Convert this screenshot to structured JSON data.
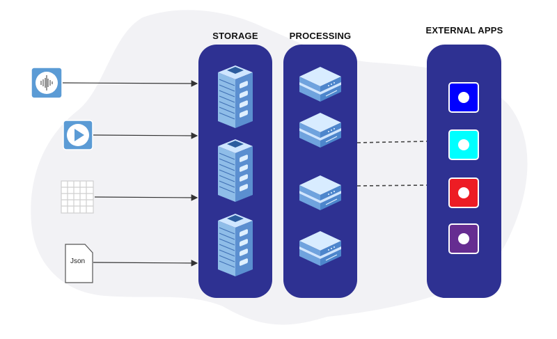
{
  "columns": {
    "storage": {
      "title": "STORAGE"
    },
    "processing": {
      "title": "PROCESSING"
    },
    "external": {
      "title": "EXTERNAL APPS"
    }
  },
  "sources": [
    {
      "icon": "audio-waveform-icon",
      "color": "#5b9bd5"
    },
    {
      "icon": "video-play-icon",
      "color": "#5b9bd5"
    },
    {
      "icon": "spreadsheet-grid-icon",
      "color": "#cccccc"
    },
    {
      "icon": "json-file-icon",
      "label": "Json"
    }
  ],
  "storage_units": [
    "server-rack-icon",
    "server-rack-icon",
    "server-rack-icon"
  ],
  "processing_units": [
    "server-node-icon",
    "server-node-icon",
    "server-node-icon",
    "server-node-icon"
  ],
  "external_apps": [
    {
      "name": "app-blue",
      "color": "#0000ff"
    },
    {
      "name": "app-cyan",
      "color": "#00ffff"
    },
    {
      "name": "app-red",
      "color": "#ed1c24"
    },
    {
      "name": "app-purple",
      "color": "#662d91"
    }
  ],
  "colors": {
    "column_bg": "#2e3192",
    "blob_bg": "#f2f2f5",
    "connector": "#333333"
  }
}
